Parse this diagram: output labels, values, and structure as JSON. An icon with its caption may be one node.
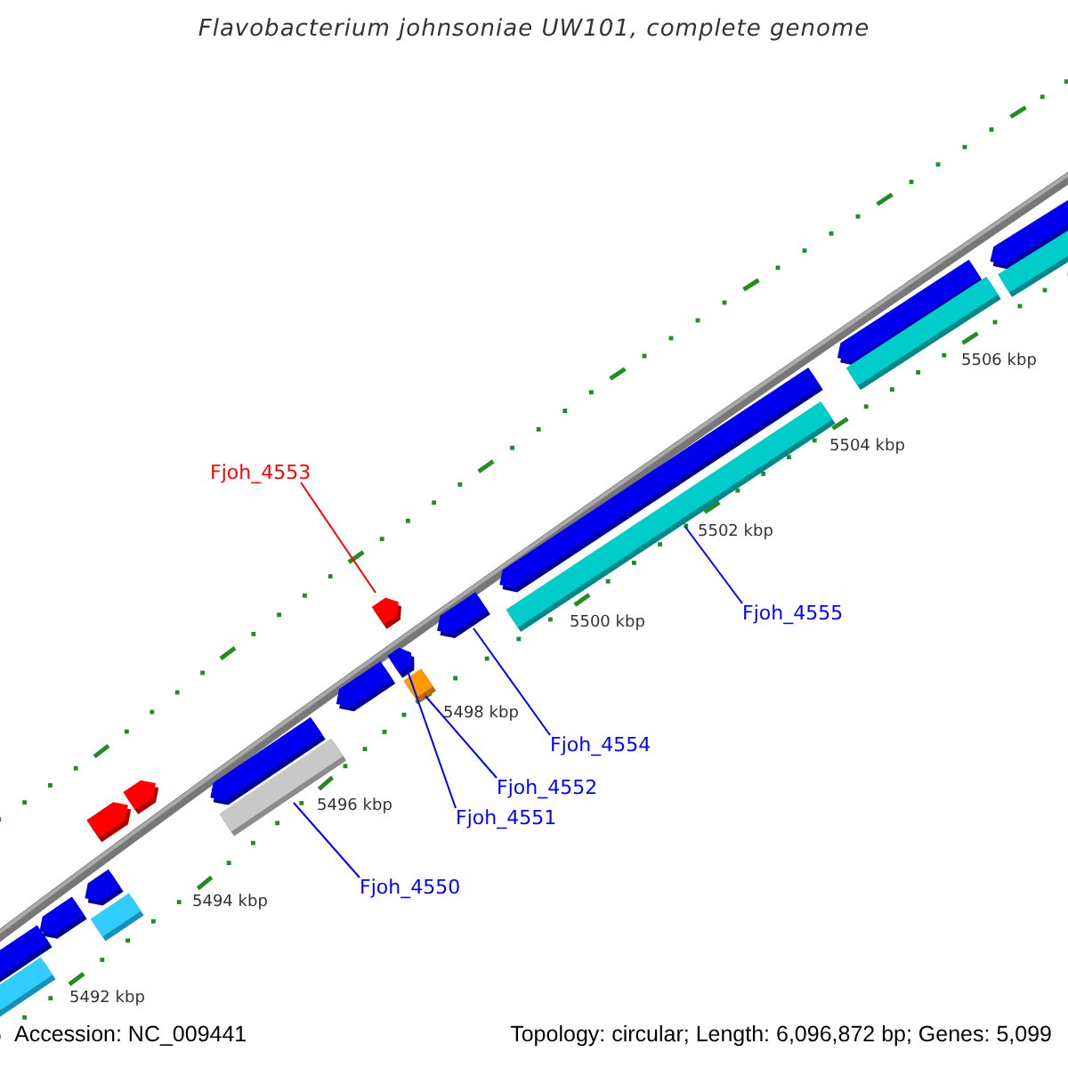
{
  "diagram": {
    "title": "Flavobacterium johnsoniae UW101, complete genome",
    "nodes": [
      {
        "text": [
          "Fjoh_4553"
        ]
      },
      {
        "text": [],
        "shape": "bar"
      },
      {
        "text": [
          "Fjoh_4555"
        ]
      },
      {
        "text": [],
        "shape": "bar"
      },
      {
        "text": [
          "Fjoh_4554"
        ]
      },
      {
        "text": [],
        "shape": "bar"
      },
      {
        "text": [
          "Fjoh_4552"
        ]
      },
      {
        "text": [],
        "shape": "box"
      },
      {
        "text": [
          "Fjoh_4551"
        ]
      },
      {
        "text": [],
        "shape": "bar"
      },
      {
        "text": [
          "Fjoh_4550"
        ]
      },
      {
        "text": [],
        "shape": "bar"
      },
      {
        "text": [],
        "shape": "bar"
      },
      {
        "text": [],
        "shape": "bar"
      },
      {
        "text": [],
        "shape": "bar"
      },
      {
        "text": [],
        "shape": "bar"
      },
      {
        "text": [],
        "shape": "bar"
      },
      {
        "text": [],
        "shape": "bar"
      },
      {
        "text": [],
        "shape": "bar"
      },
      {
        "text": [],
        "shape": "bar"
      },
      {
        "text": [],
        "shape": "bar"
      },
      {
        "text": [],
        "shape": "bar"
      },
      {
        "text": [],
        "shape": "bar"
      },
      {
        "text": [],
        "shape": "bar"
      },
      {
        "text": [],
        "shape": "bar"
      },
      {
        "text": [],
        "shape": "bar"
      }
    ],
    "edges": [
      {
        "from": 0,
        "to": 1,
        "arrow": "none",
        "color": "#ff0000"
      },
      {
        "from": 2,
        "to": 3,
        "arrow": "none"
      },
      {
        "from": 4,
        "to": 5,
        "arrow": "none"
      },
      {
        "from": 6,
        "to": 7,
        "arrow": "none"
      },
      {
        "from": 8,
        "to": 9,
        "arrow": "none"
      },
      {
        "from": 10,
        "to": 11,
        "arrow": "none"
      }
    ],
    "labels": [
      "5506 kbp",
      "5504 kbp",
      "5502 kbp",
      "5500 kbp",
      "5498 kbp",
      "5496 kbp",
      "5494 kbp",
      "5492 kbp",
      "Accession: NC_009441",
      "Topology: circular; Length: 6,096,872 bp; Genes: 5,099"
    ]
  }
}
